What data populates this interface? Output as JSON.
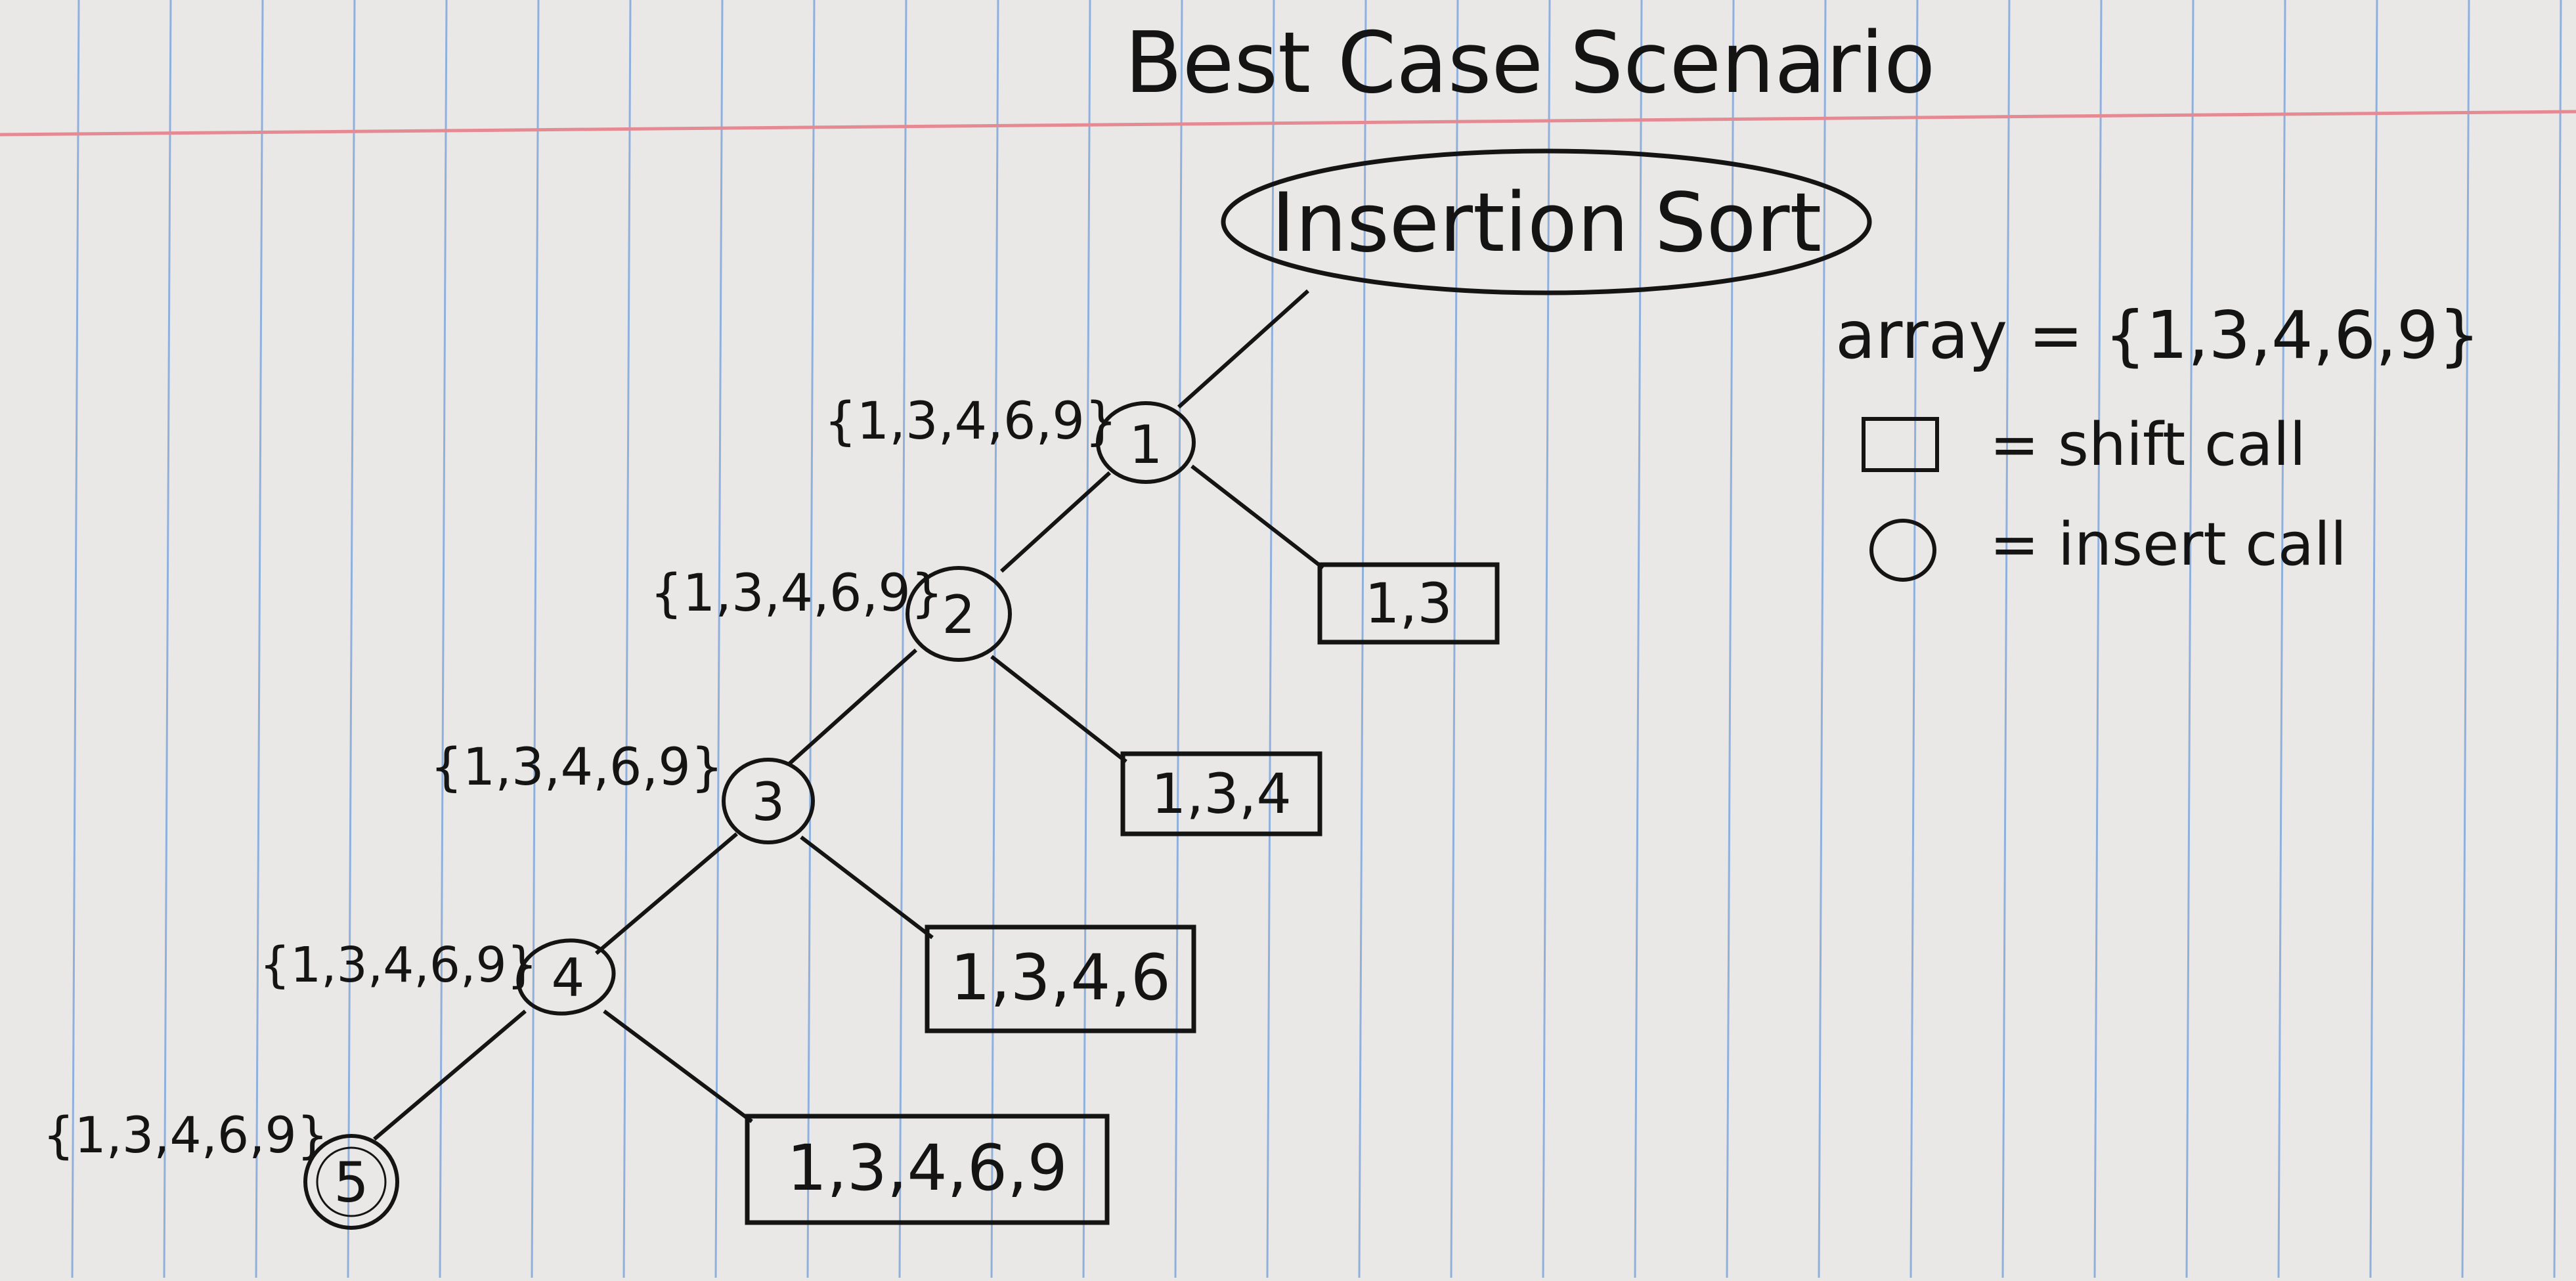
{
  "title": "Best Case Scenario",
  "root_label": "Insertion Sort",
  "array_text": "array = {1,3,4,6,9}",
  "legend": {
    "shift": "= shift call",
    "insert": "= insert call"
  },
  "insert_nodes": [
    {
      "id": "1",
      "array": "{1,3,4,6,9}"
    },
    {
      "id": "2",
      "array": "{1,3,4,6,9}"
    },
    {
      "id": "3",
      "array": "{1,3,4,6,9}"
    },
    {
      "id": "4",
      "array": "{1,3,4,6,9}"
    },
    {
      "id": "5",
      "array": "{1,3,4,6,9}"
    }
  ],
  "shift_nodes": [
    {
      "label": "1,3"
    },
    {
      "label": "1,3,4"
    },
    {
      "label": "1,3,4,6"
    },
    {
      "label": "1,3,4,6,9"
    }
  ],
  "colors": {
    "paper": "#e9e8e6",
    "rule_line": "#8fb0dc",
    "margin_line": "#e58a93",
    "ink": "#141414"
  }
}
